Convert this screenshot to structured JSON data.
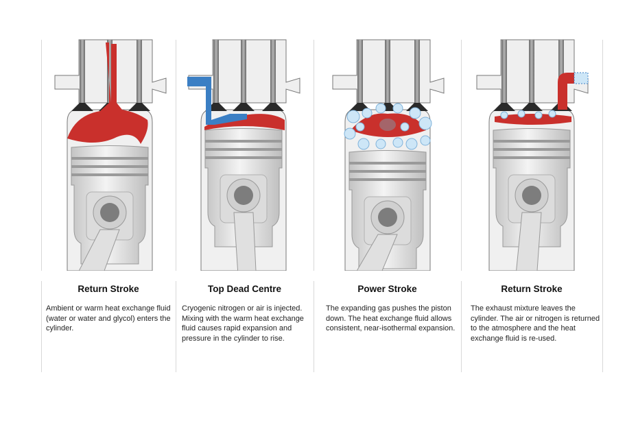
{
  "stages": [
    {
      "title": "Return Stroke",
      "description": "Ambient or warm heat exchange fluid (water or water and glycol) enters the cylinder."
    },
    {
      "title": "Top Dead Centre",
      "description": "Cryogenic nitrogen or air is injected. Mixing with the warm heat exchange fluid causes rapid expansion and pressure in the cylinder to rise."
    },
    {
      "title": "Power Stroke",
      "description": "The expanding gas pushes the piston down. The heat exchange fluid allows consistent, near-isothermal expansion."
    },
    {
      "title": "Return Stroke",
      "description": "The exhaust mixture leaves the cylinder. The air or nitrogen is returned to the atmosphere and the heat exchange fluid is re-used."
    }
  ],
  "colors": {
    "fluid_warm": "#c9302c",
    "fluid_cryo": "#3b7fc4",
    "bubble": "#cde6f7",
    "metal": "#d9d9d9"
  }
}
